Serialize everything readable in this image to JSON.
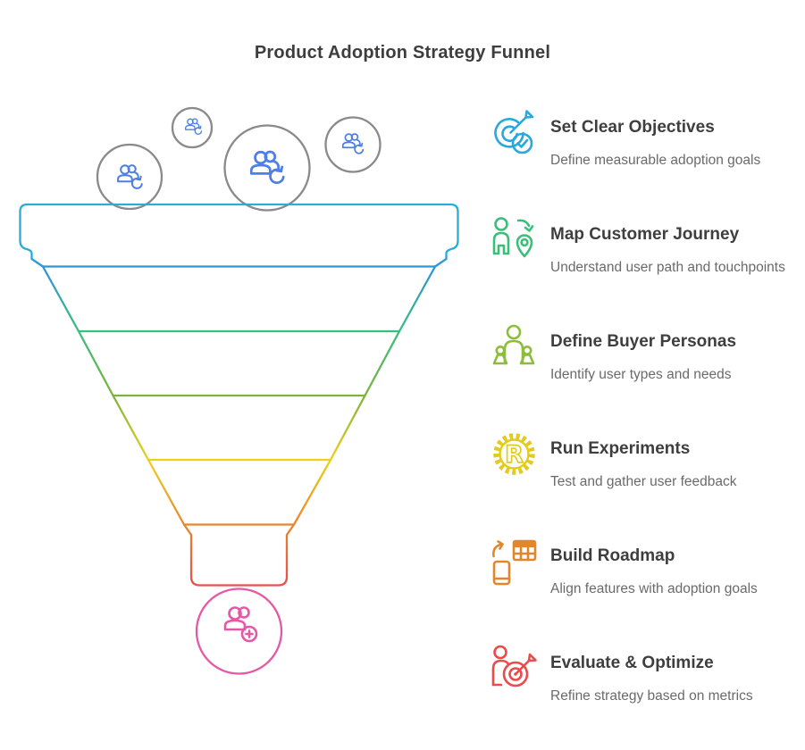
{
  "title": "Product Adoption Strategy Funnel",
  "steps": [
    {
      "label": "Set Clear Objectives",
      "description": "Define measurable adoption goals",
      "icon": "target-dart-check-icon",
      "color": "#29A8DC"
    },
    {
      "label": "Map Customer Journey",
      "description": "Understand user path and touchpoints",
      "icon": "person-route-pin-icon",
      "color": "#3CBE7B"
    },
    {
      "label": "Define Buyer Personas",
      "description": "Identify user types and needs",
      "icon": "buyer-personas-icon",
      "color": "#8CBE3C"
    },
    {
      "label": "Run Experiments",
      "description": "Test and gather user feedback",
      "icon": "gear-r-icon",
      "color": "#E2CB1C"
    },
    {
      "label": "Build Roadmap",
      "description": "Align features with adoption goals",
      "icon": "phone-roadmap-grid-icon",
      "color": "#E2862E"
    },
    {
      "label": "Evaluate & Optimize",
      "description": "Refine strategy based on metrics",
      "icon": "person-target-icon",
      "color": "#EA4B4B"
    }
  ],
  "funnel": {
    "stage_count": 6,
    "gradient_stops": [
      "#29ADD8",
      "#29ADD8",
      "#2E93D8",
      "#3ABE7E",
      "#7CB33E",
      "#EDD01F",
      "#E8862E",
      "#E8504A",
      "#E45AA5"
    ],
    "inflow_bubbles": {
      "count": 4,
      "icon": "users-sync-icon",
      "outline_color": "#8A8A8A",
      "icon_color": "#4E7FE4"
    },
    "outflow_bubble": {
      "icon": "user-add-icon",
      "color": "#E558A4"
    }
  }
}
